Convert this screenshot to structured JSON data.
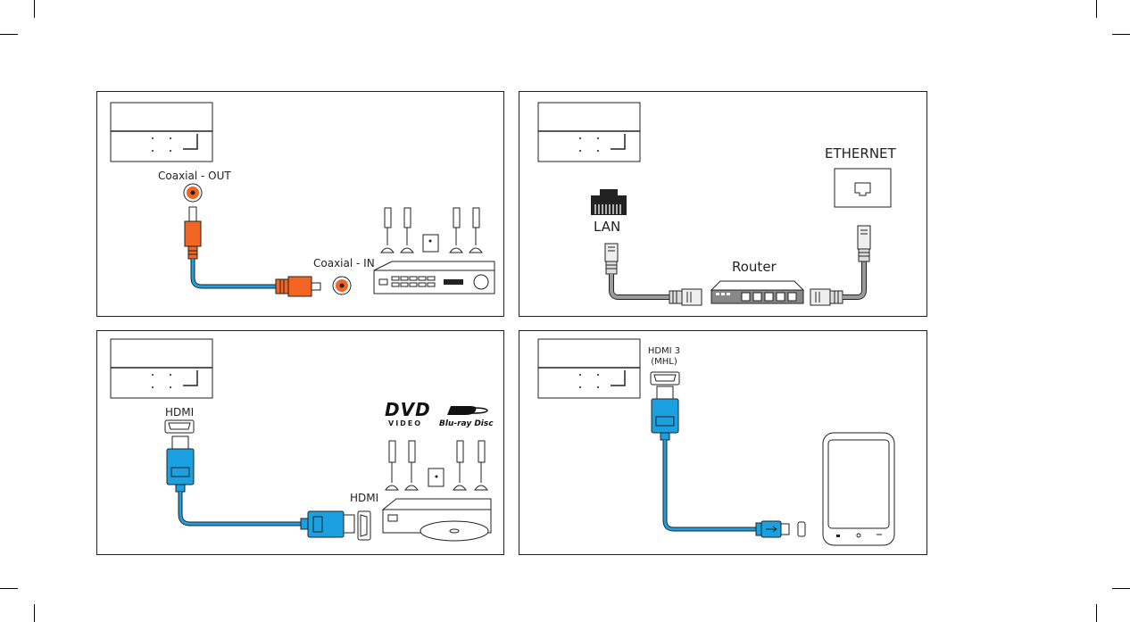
{
  "panels": {
    "coaxial": {
      "out_label": "Coaxial - OUT",
      "in_label": "Coaxial - IN"
    },
    "ethernet": {
      "lan_label": "LAN",
      "router_label": "Router",
      "ethernet_label": "ETHERNET"
    },
    "hdmi": {
      "tv_port_label": "HDMI",
      "device_port_label": "HDMI",
      "dvd_logo": "DVD",
      "dvd_sub": "VIDEO",
      "bluray_logo": "Blu-ray Disc"
    },
    "mhl": {
      "port_label_line1": "HDMI 3",
      "port_label_line2": "(MHL)"
    }
  },
  "colors": {
    "coax_orange": "#f26522",
    "cable_blue": "#1ba1e2",
    "cable_grey": "#9b9b9b",
    "outline": "#222222"
  }
}
